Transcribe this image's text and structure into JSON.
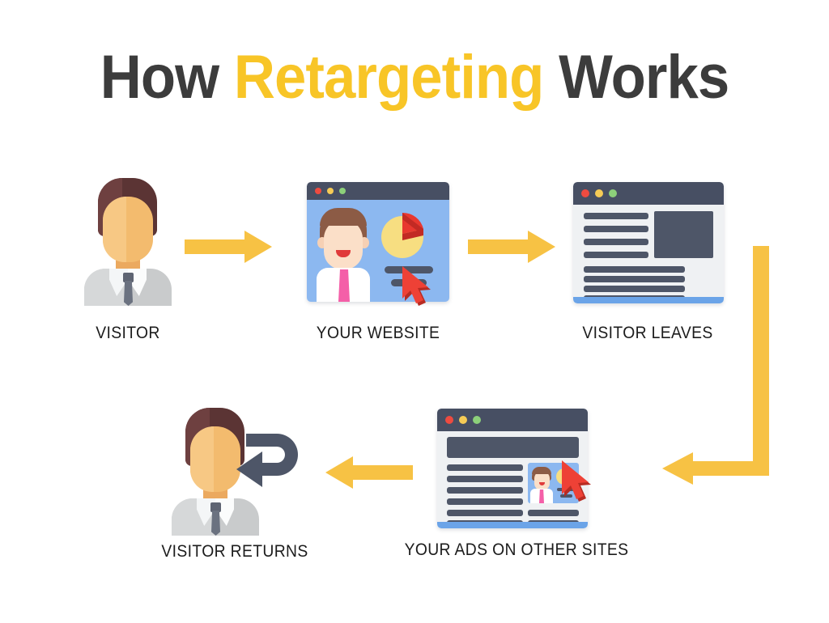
{
  "meta": {
    "background_color": "#FFFFFF",
    "accent_yellow": "#F8C527",
    "arrow_yellow": "#F7C244",
    "dark_text": "#3C3C3C",
    "browser_bar_color": "#474F63",
    "browser_body_color": "#EFF1F3",
    "website_blue": "#8CB8F0",
    "cursor_red": "#EE4136",
    "label_color": "#1C1C1C"
  },
  "title": {
    "part1": "How",
    "part2": "Retargeting",
    "part3": "Works",
    "full": "How Retargeting Works"
  },
  "steps": [
    {
      "id": "visitor",
      "label": "VISITOR",
      "icon": "person-avatar-icon",
      "order": 1
    },
    {
      "id": "your-website",
      "label": "YOUR WEBSITE",
      "icon": "browser-window-website-icon",
      "order": 2
    },
    {
      "id": "visitor-leaves",
      "label": "VISITOR LEAVES",
      "icon": "browser-window-article-icon",
      "order": 3
    },
    {
      "id": "your-ads-on-other-sites",
      "label": "YOUR ADS ON OTHER SITES",
      "icon": "browser-window-with-ad-icon",
      "order": 4
    },
    {
      "id": "visitor-returns",
      "label": "VISITOR RETURNS",
      "icon": "person-avatar-return-icon",
      "order": 5
    }
  ],
  "connectors": [
    {
      "id": "visitor-to-website",
      "direction": "right",
      "icon": "arrow-right-icon"
    },
    {
      "id": "website-to-leaves",
      "direction": "right",
      "icon": "arrow-right-icon"
    },
    {
      "id": "leaves-to-ads",
      "direction": "down-then-left",
      "icon": "arrow-elbow-down-left-icon"
    },
    {
      "id": "ads-to-returns",
      "direction": "left",
      "icon": "arrow-left-icon"
    }
  ],
  "browser_dots": {
    "close": "red",
    "minimize": "amber",
    "maximize": "green"
  }
}
